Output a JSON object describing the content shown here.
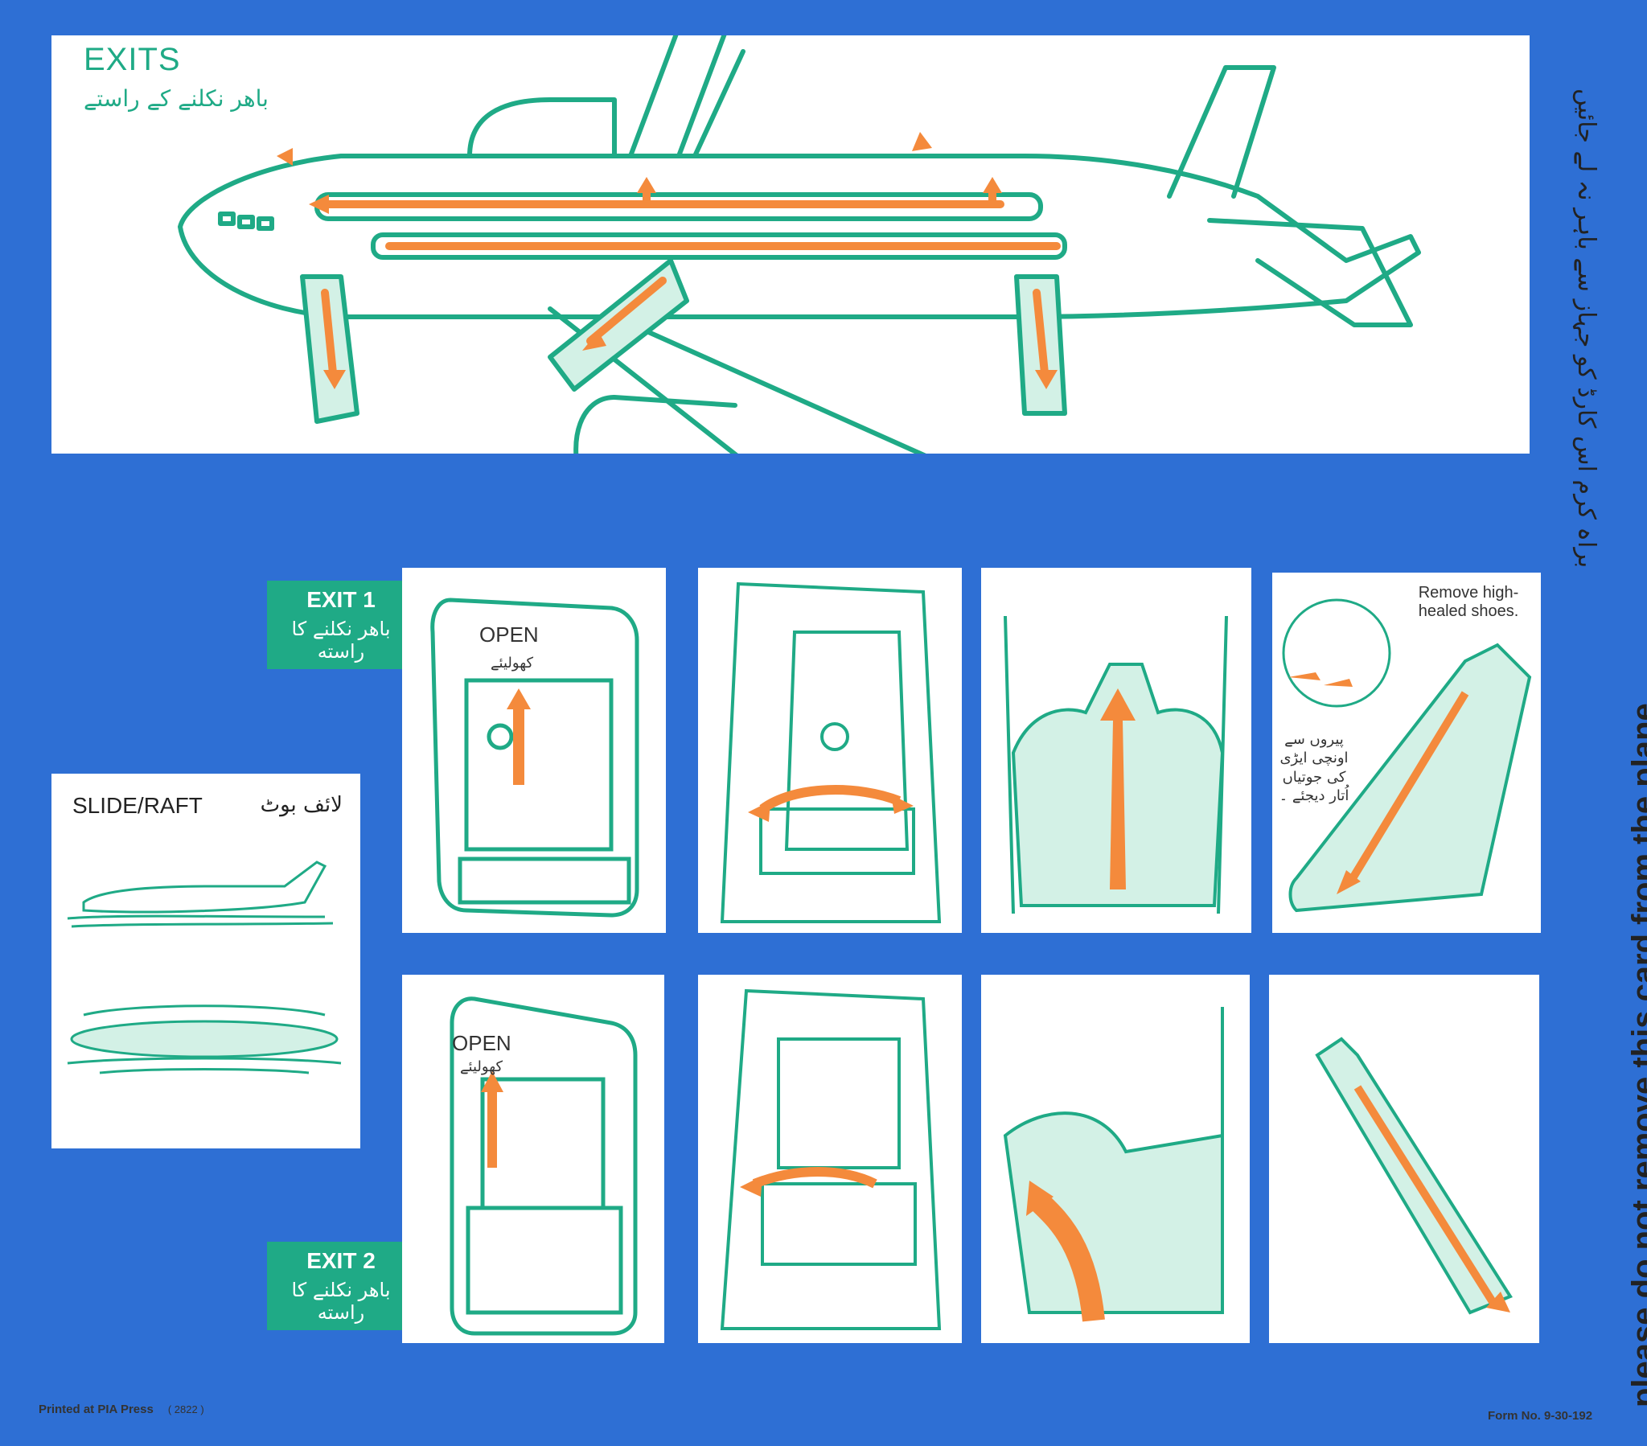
{
  "exits": {
    "title": "EXITS",
    "title_urdu": "باهر نکلنے کے راستے"
  },
  "exit1": {
    "label": "EXIT 1",
    "label_urdu": "باهر نکلنے کا راسته"
  },
  "exit2": {
    "label": "EXIT 2",
    "label_urdu": "باهر نکلنے کا راسته"
  },
  "slide_raft": {
    "title": "SLIDE/RAFT",
    "title_urdu": "لائف بوٹ"
  },
  "door_steps": {
    "open_label": "OPEN",
    "open_label_urdu": "کھولیئے",
    "shoes_notice": "Remove high-healed shoes.",
    "shoes_notice_urdu": "پیروں سے اونچی ایڑی کی جوتیاں اُتار دیجئے ۔"
  },
  "side_notice": {
    "english": "please do not remove this card from the plane",
    "urdu": "براہ کرم اس کارڈ کو جہاز سے باہر نہ لے جائیں"
  },
  "footer": {
    "printed": "Printed at PIA Press",
    "code": "( 2822 )",
    "form_no": "Form No. 9-30-192"
  },
  "colors": {
    "background": "#2e6fd4",
    "teal": "#1faa86",
    "orange": "#f48a3c"
  }
}
